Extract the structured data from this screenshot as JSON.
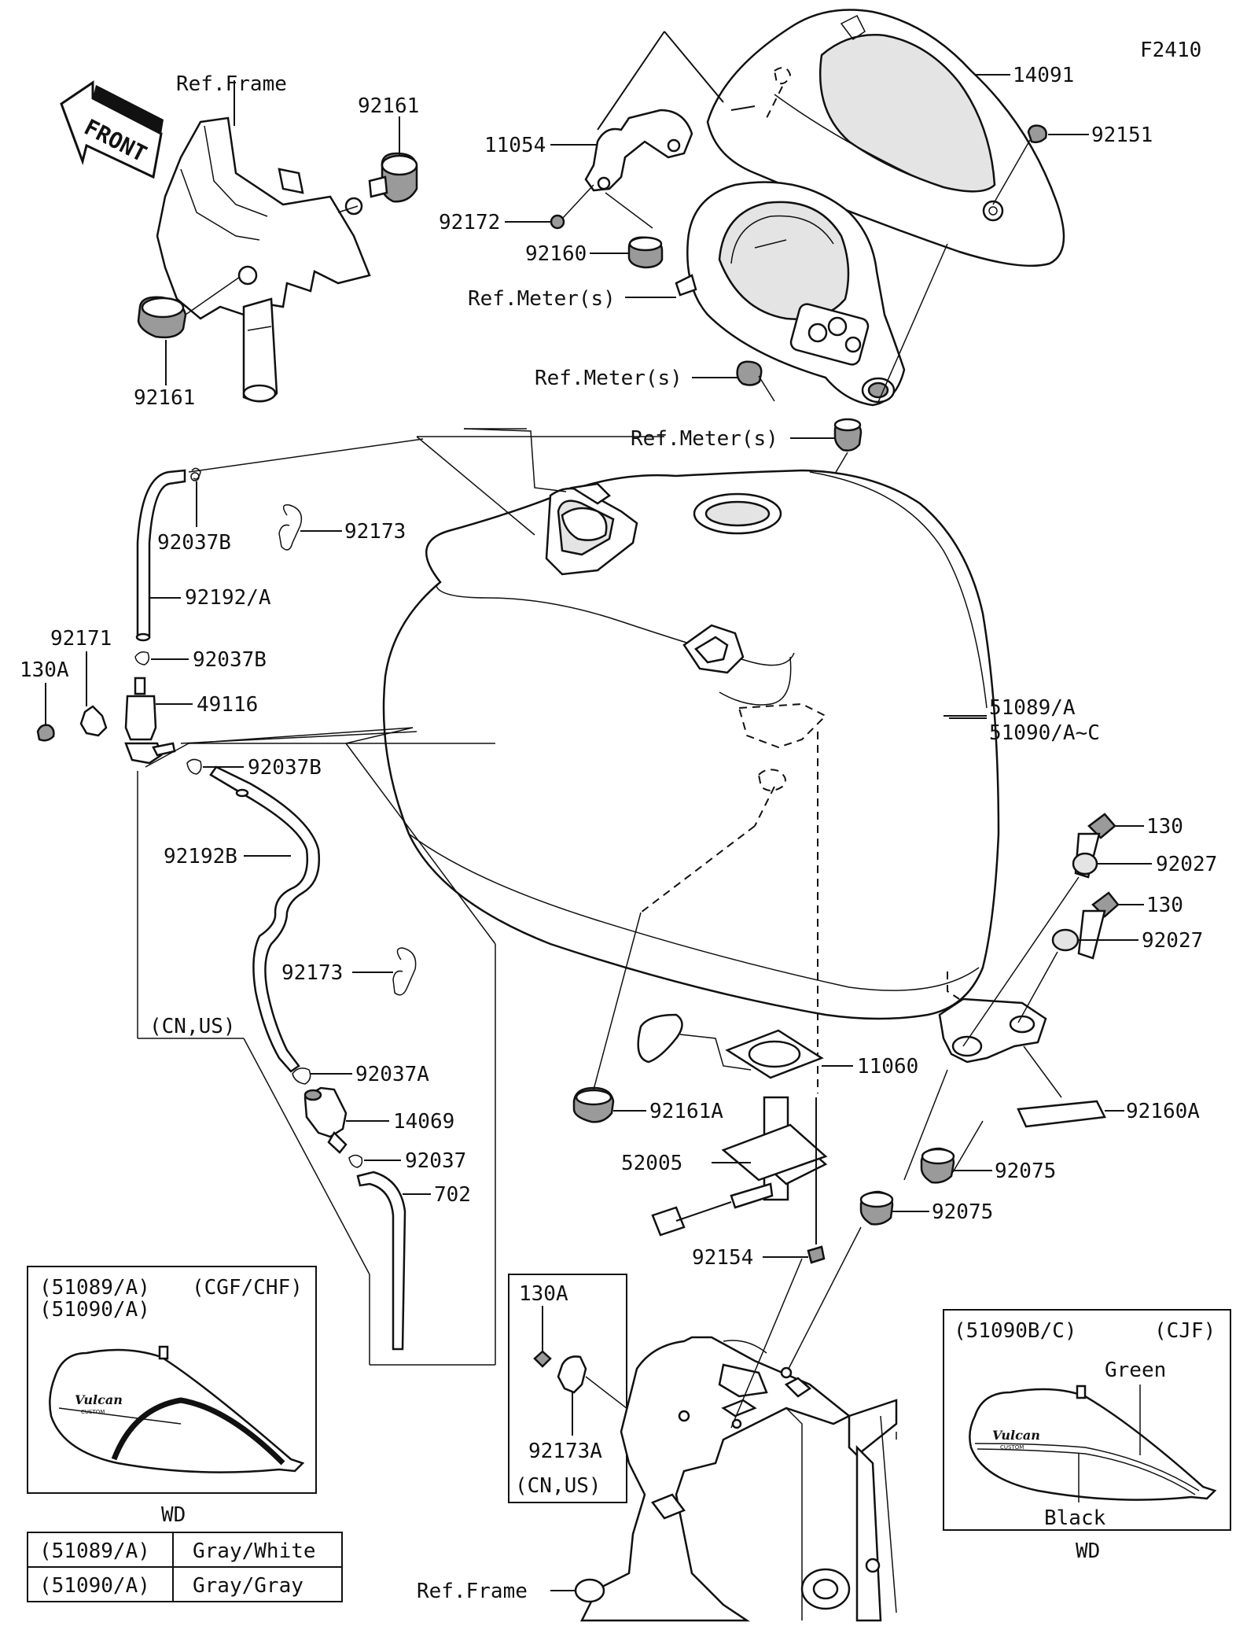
{
  "figure_code": "F2410",
  "front_label": "FRONT",
  "callouts": {
    "ref_frame_top": "Ref.Frame",
    "p92161_top": "92161",
    "p92161_bottom": "92161",
    "p11054": "11054",
    "p14091": "14091",
    "p92151": "92151",
    "p92172": "92172",
    "p92160": "92160",
    "ref_meter_1": "Ref.Meter(s)",
    "ref_meter_2": "Ref.Meter(s)",
    "ref_meter_3": "Ref.Meter(s)",
    "p92037B_1": "92037B",
    "p92173_1": "92173",
    "p92192A": "92192/A",
    "p92171": "92171",
    "p130A_left": "130A",
    "p92037B_2": "92037B",
    "p49116": "49116",
    "p92037B_3": "92037B",
    "p51089A": "51089/A",
    "p51090AC": "51090/A~C",
    "p92192B": "92192B",
    "p130_1": "130",
    "p92027_1": "92027",
    "p130_2": "130",
    "p92027_2": "92027",
    "p92173_2": "92173",
    "cn_us_1": "(CN,US)",
    "p92037A": "92037A",
    "p11060": "11060",
    "p92161A": "92161A",
    "p14069": "14069",
    "p92160A": "92160A",
    "p92037": "92037",
    "p52005": "52005",
    "p92075_1": "92075",
    "p702": "702",
    "p92075_2": "92075",
    "p92154": "92154",
    "p130A_inset": "130A",
    "p92173A": "92173A",
    "cn_us_2": "(CN,US)",
    "ref_frame_bottom": "Ref.Frame"
  },
  "inset_left": {
    "line1": "(51089/A)",
    "line2": "(51090/A)",
    "variant": "(CGF/CHF)",
    "logo_main": "Vulcan",
    "logo_sub": "CUSTOM",
    "caption": "WD"
  },
  "inset_right": {
    "line1": "(51090B/C)",
    "variant": "(CJF)",
    "color_top": "Green",
    "color_bottom": "Black",
    "logo_main": "Vulcan",
    "logo_sub": "CUSTOM",
    "caption": "WD"
  },
  "color_table": [
    {
      "part": "(51089/A)",
      "color": "Gray/White"
    },
    {
      "part": "(51090/A)",
      "color": "Gray/Gray"
    }
  ]
}
